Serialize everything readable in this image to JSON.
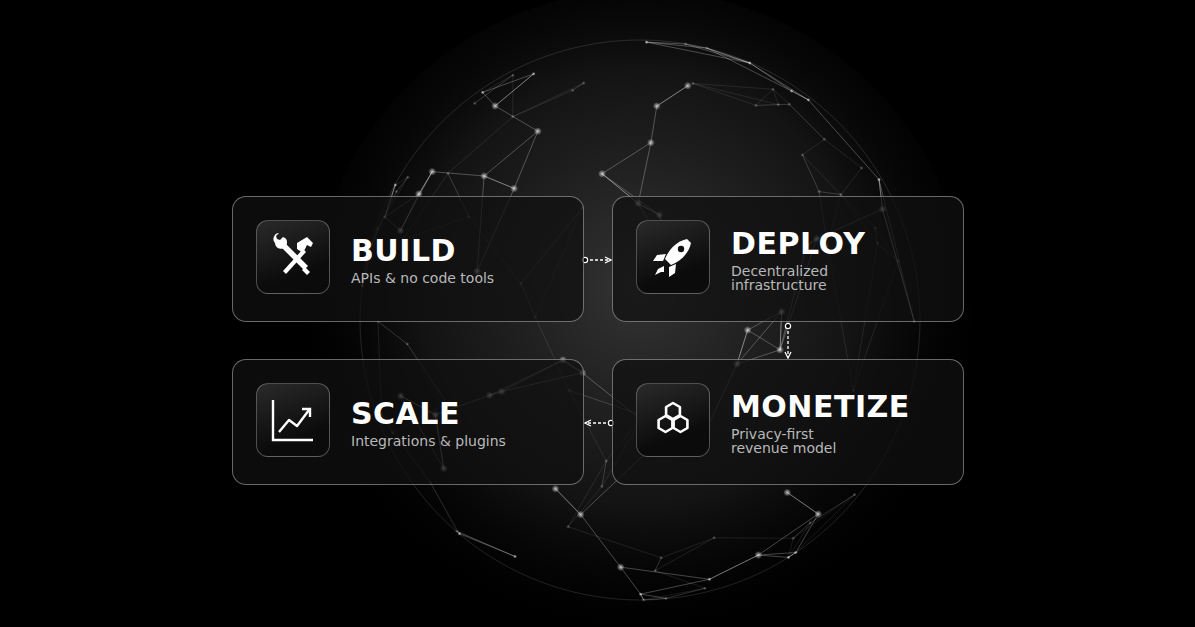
{
  "diagram": {
    "nodes": [
      {
        "text": [
          "BUILD",
          "APIs & no code tools"
        ]
      },
      {
        "text": [
          "DEPLOY",
          "Decentralized infrastructure"
        ]
      },
      {
        "text": [
          "SCALE",
          "Integrations & plugins"
        ]
      },
      {
        "text": [
          "MONETIZE",
          "Privacy-first revenue model"
        ]
      }
    ],
    "edges": [
      {
        "from": 0,
        "to": 1,
        "arrow": "to"
      },
      {
        "from": 1,
        "to": 3,
        "arrow": "to"
      },
      {
        "from": 3,
        "to": 2,
        "arrow": "to"
      }
    ]
  }
}
